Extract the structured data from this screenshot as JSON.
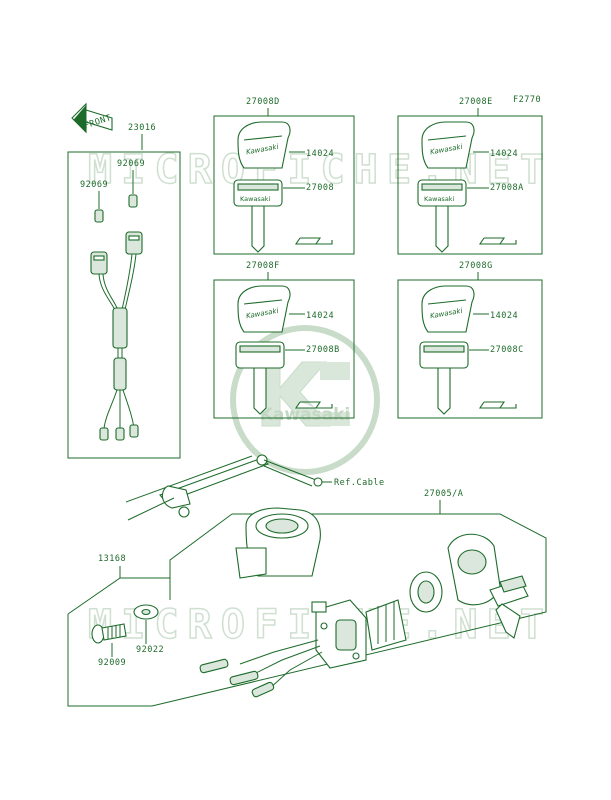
{
  "figure_code": "F2770",
  "front_label": "FRONT",
  "watermark": {
    "top_text": "MICROFICHE.NET",
    "bottom_text": "MICROFICHE.NET",
    "logo_text": "Kawasaki"
  },
  "key_brand": "Kawasaki",
  "parts": {
    "wire_harness": "23016",
    "cap_upper": "92069",
    "cap_lower": "92069",
    "key_set_d": "27008D",
    "key_set_e": "27008E",
    "key_set_f": "27008F",
    "key_set_g": "27008G",
    "key_head_d": "14024",
    "key_head_e": "14024",
    "key_head_f": "14024",
    "key_head_g": "14024",
    "key_d": "27008",
    "key_e": "27008A",
    "key_f": "27008B",
    "key_g": "27008C",
    "ref_cable": "Ref.Cable",
    "ignition_switch": "27005/A",
    "bracket": "13168",
    "washer": "92022",
    "bolt": "92009"
  }
}
